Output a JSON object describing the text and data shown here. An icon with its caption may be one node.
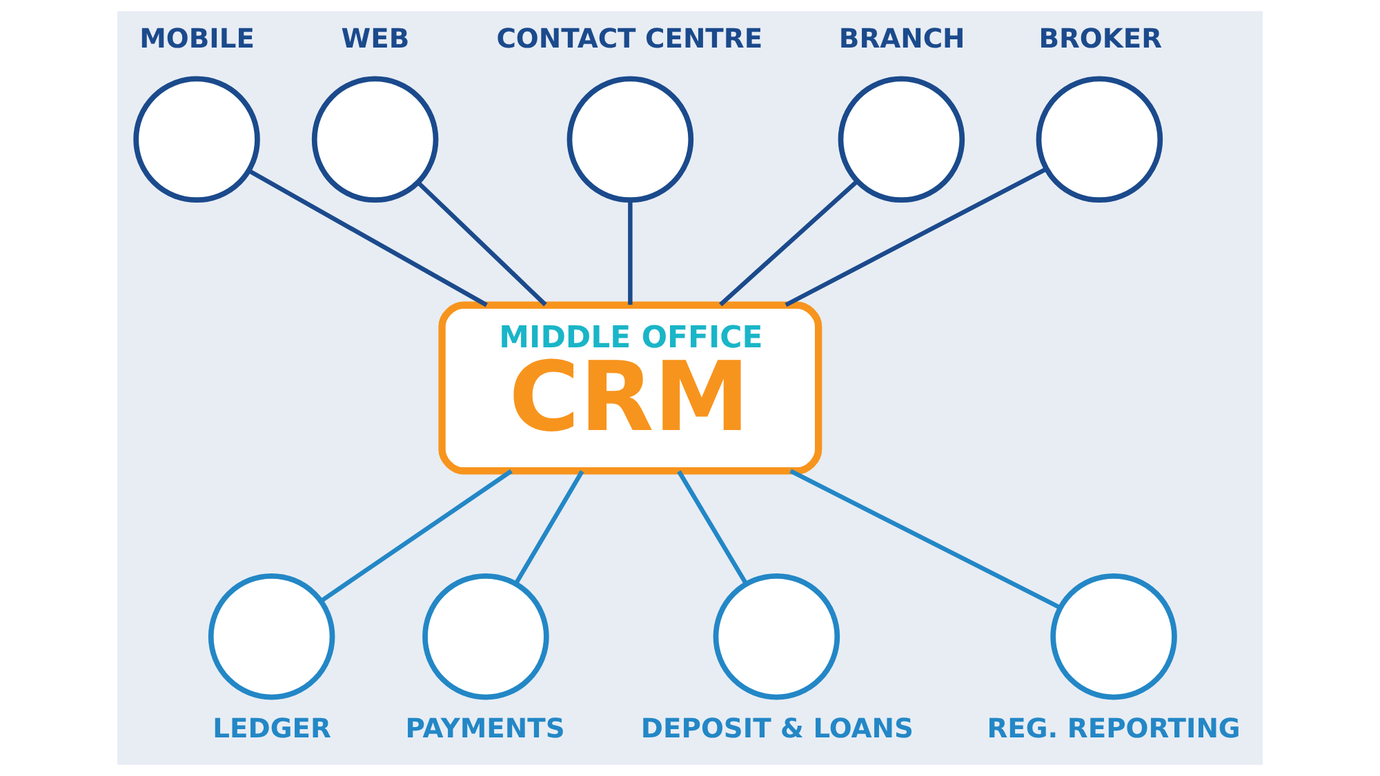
{
  "diagram": {
    "nodes": [
      {
        "text": [
          "MOBILE"
        ]
      },
      {
        "text": [
          "WEB"
        ]
      },
      {
        "text": [
          "CONTACT CENTRE"
        ]
      },
      {
        "text": [
          "BRANCH"
        ]
      },
      {
        "text": [
          "BROKER"
        ]
      },
      {
        "text": [
          "MIDDLE OFFICE",
          "CRM"
        ]
      },
      {
        "text": [
          "LEDGER"
        ]
      },
      {
        "text": [
          "PAYMENTS"
        ]
      },
      {
        "text": [
          "DEPOSIT & LOANS"
        ]
      },
      {
        "text": [
          "REG. REPORTING"
        ]
      }
    ],
    "edges": [
      {
        "from": 0,
        "to": 5,
        "arrow": "none"
      },
      {
        "from": 1,
        "to": 5,
        "arrow": "none"
      },
      {
        "from": 2,
        "to": 5,
        "arrow": "none"
      },
      {
        "from": 3,
        "to": 5,
        "arrow": "none"
      },
      {
        "from": 4,
        "to": 5,
        "arrow": "none"
      },
      {
        "from": 5,
        "to": 6,
        "arrow": "none",
        "color": "#2387c6"
      },
      {
        "from": 5,
        "to": 7,
        "arrow": "none",
        "color": "#2387c6"
      },
      {
        "from": 5,
        "to": 8,
        "arrow": "none",
        "color": "#2387c6"
      },
      {
        "from": 5,
        "to": 9,
        "arrow": "none",
        "color": "#2387c6"
      }
    ]
  }
}
